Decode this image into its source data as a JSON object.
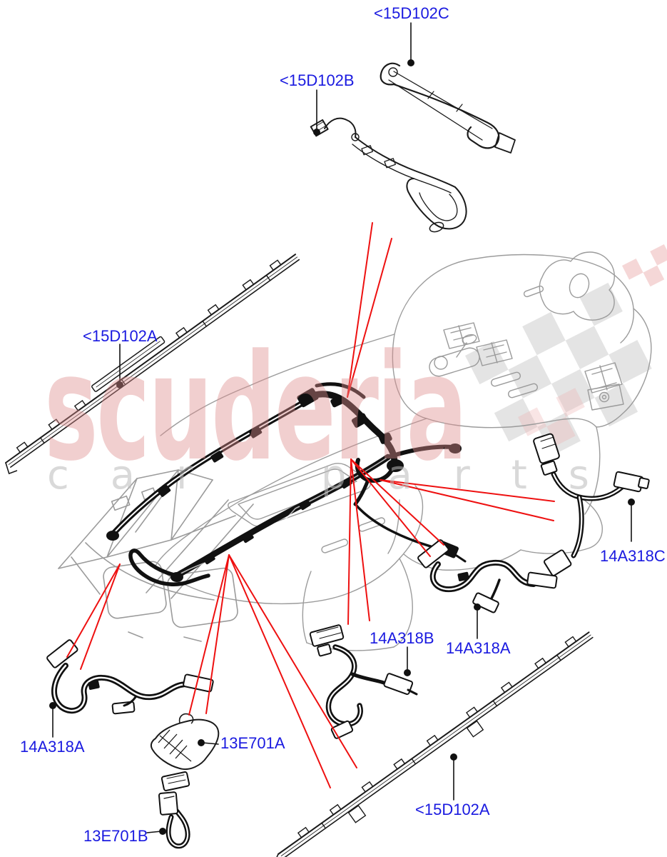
{
  "page": {
    "background": "#ffffff",
    "kind": "parts-diagram"
  },
  "colors": {
    "label_blue": "#1a1ae0",
    "leader_red": "#ee1010",
    "art_black": "#1a1a1a",
    "console_gray": "#9b9b9b",
    "flag_gray": "#d9d9d9",
    "watermark_pink": "rgba(222,140,140,0.42)",
    "watermark_gray": "rgba(186,186,186,0.55)"
  },
  "watermark": {
    "brand": "scuderia",
    "tagline": "car parts"
  },
  "callouts": [
    {
      "part_code": "15D102C",
      "text": "<15D102C"
    },
    {
      "part_code": "15D102B",
      "text": "<15D102B"
    },
    {
      "part_code": "15D102A",
      "text": "<15D102A"
    },
    {
      "part_code": "14A318C",
      "text": "14A318C"
    },
    {
      "part_code": "14A318B",
      "text": "14A318B"
    },
    {
      "part_code": "14A318A",
      "text": "14A318A"
    },
    {
      "part_code": "14A318A",
      "text": "14A318A"
    },
    {
      "part_code": "13E701A",
      "text": "13E701A"
    },
    {
      "part_code": "15D102A",
      "text": "<15D102A"
    },
    {
      "part_code": "13E701B",
      "text": "13E701B"
    }
  ]
}
